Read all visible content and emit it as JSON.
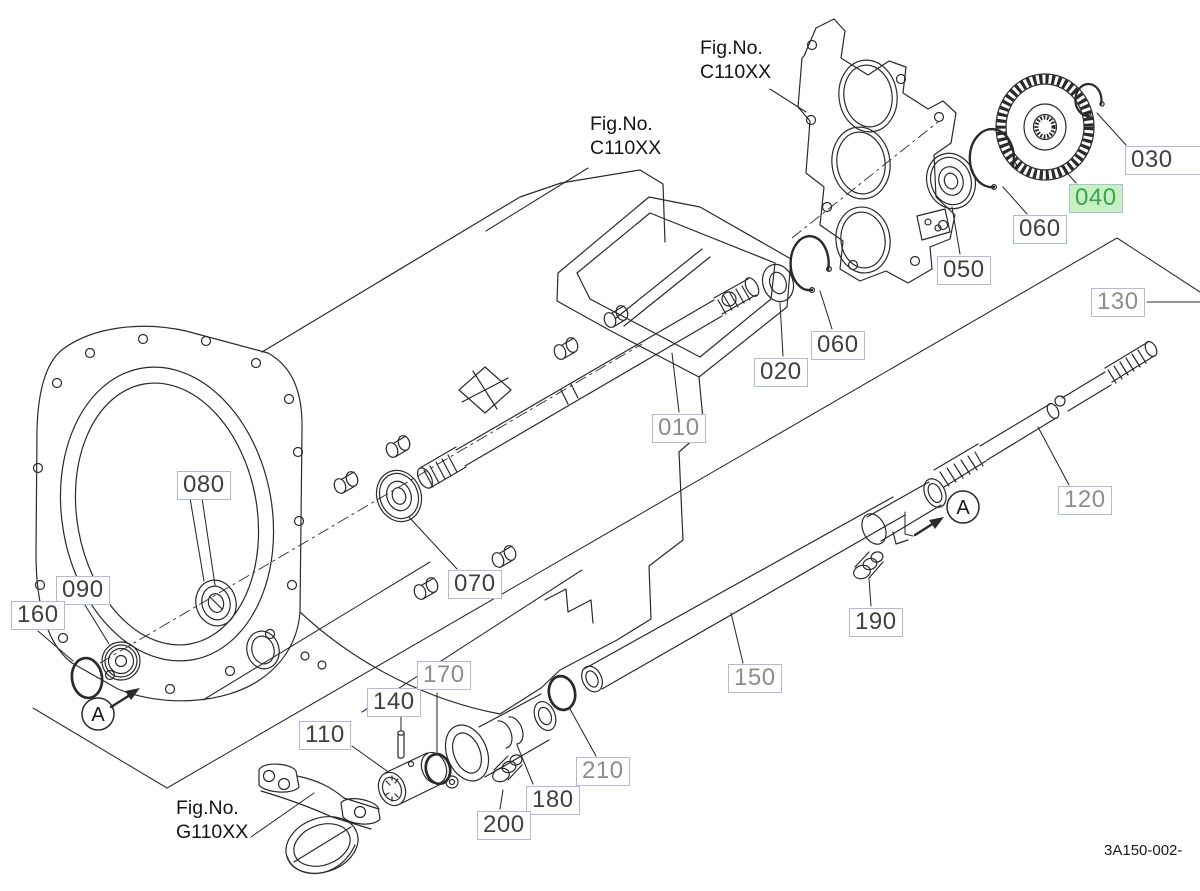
{
  "drawing_number": "3A150-002-",
  "colors": {
    "line": "#2a2a2a",
    "callout_border": "#b2b8e4",
    "callout_text_normal": "#404040",
    "callout_text_reference": "#8d8d8d",
    "selected_background": "#c8f0c5",
    "selected_text": "#3ea24b"
  },
  "fig_refs": [
    {
      "line1": "Fig.No.",
      "line2": "C110XX"
    },
    {
      "line1": "Fig.No.",
      "line2": "C110XX"
    },
    {
      "line1": "Fig.No.",
      "line2": "G110XX"
    }
  ],
  "view_markers": [
    {
      "letter": "A"
    },
    {
      "letter": "A"
    }
  ],
  "callouts": [
    {
      "ref": "010",
      "state": "reference"
    },
    {
      "ref": "020",
      "state": "normal"
    },
    {
      "ref": "030",
      "state": "normal"
    },
    {
      "ref": "040",
      "state": "selected"
    },
    {
      "ref": "050",
      "state": "normal"
    },
    {
      "ref": "060",
      "state": "normal"
    },
    {
      "ref": "060",
      "state": "normal"
    },
    {
      "ref": "070",
      "state": "normal"
    },
    {
      "ref": "080",
      "state": "normal"
    },
    {
      "ref": "090",
      "state": "normal"
    },
    {
      "ref": "110",
      "state": "normal"
    },
    {
      "ref": "120",
      "state": "reference"
    },
    {
      "ref": "130",
      "state": "reference"
    },
    {
      "ref": "140",
      "state": "normal"
    },
    {
      "ref": "150",
      "state": "reference"
    },
    {
      "ref": "160",
      "state": "normal"
    },
    {
      "ref": "170",
      "state": "reference"
    },
    {
      "ref": "180",
      "state": "normal"
    },
    {
      "ref": "190",
      "state": "normal"
    },
    {
      "ref": "200",
      "state": "normal"
    },
    {
      "ref": "210",
      "state": "reference"
    }
  ]
}
